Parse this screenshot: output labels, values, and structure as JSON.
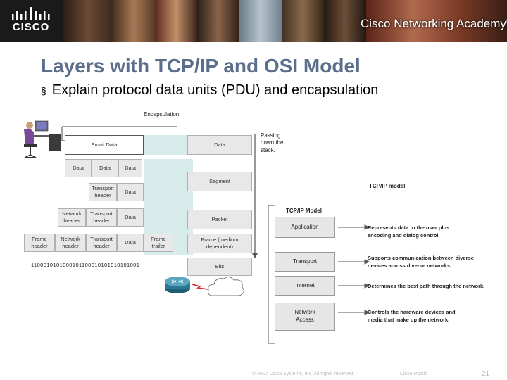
{
  "header": {
    "logo_text": "CISCO",
    "academy_text": "Cisco Networking Academy",
    "trademark": "®"
  },
  "slide": {
    "title": "Layers with TCP/IP and OSI Model",
    "bullet": "Explain protocol data units (PDU) and encapsulation"
  },
  "diagram": {
    "encapsulation_label": "Encapsulation",
    "passing_label": [
      "Passing",
      "down the",
      "stack."
    ],
    "email_data": "Email Data",
    "data": "Data",
    "transport_header": [
      "Transport",
      "header"
    ],
    "network_header": [
      "Network",
      "header"
    ],
    "frame_header": [
      "Frame",
      "header"
    ],
    "frame_trailer": [
      "Frame",
      "trailer"
    ],
    "pdu_data": "Data",
    "pdu_segment": "Segment",
    "pdu_packet": "Packet",
    "pdu_frame": [
      "Frame (medium",
      "dependent)"
    ],
    "pdu_bits": "Bits",
    "bits_string": "1100010101000101100010101010101001",
    "tcpip_model_top_label": "TCP/IP model",
    "tcpip_model_label": "TCP/IP Model",
    "layers": [
      {
        "name": [
          "Application"
        ],
        "desc": [
          "Represents data to the user plus",
          "encoding and dialog control."
        ]
      },
      {
        "name": [
          "Transport"
        ],
        "desc": [
          "Supports communication between diverse",
          "devices across diverse networks."
        ]
      },
      {
        "name": [
          "Internet"
        ],
        "desc": [
          "Determines the best path through the network."
        ]
      },
      {
        "name": [
          "Network",
          "Access"
        ],
        "desc": [
          "Controls the hardware devices and",
          "media that make up the network."
        ]
      }
    ]
  },
  "footer": {
    "copyright": "© 2007 Cisco Systems, Inc. All rights reserved.",
    "confidential": "Cisco Public",
    "page_number": "21"
  },
  "colors": {
    "title": "#5b6f8c",
    "teal_band": "#d7ecea",
    "banner_bg": "#1a1a1a"
  }
}
